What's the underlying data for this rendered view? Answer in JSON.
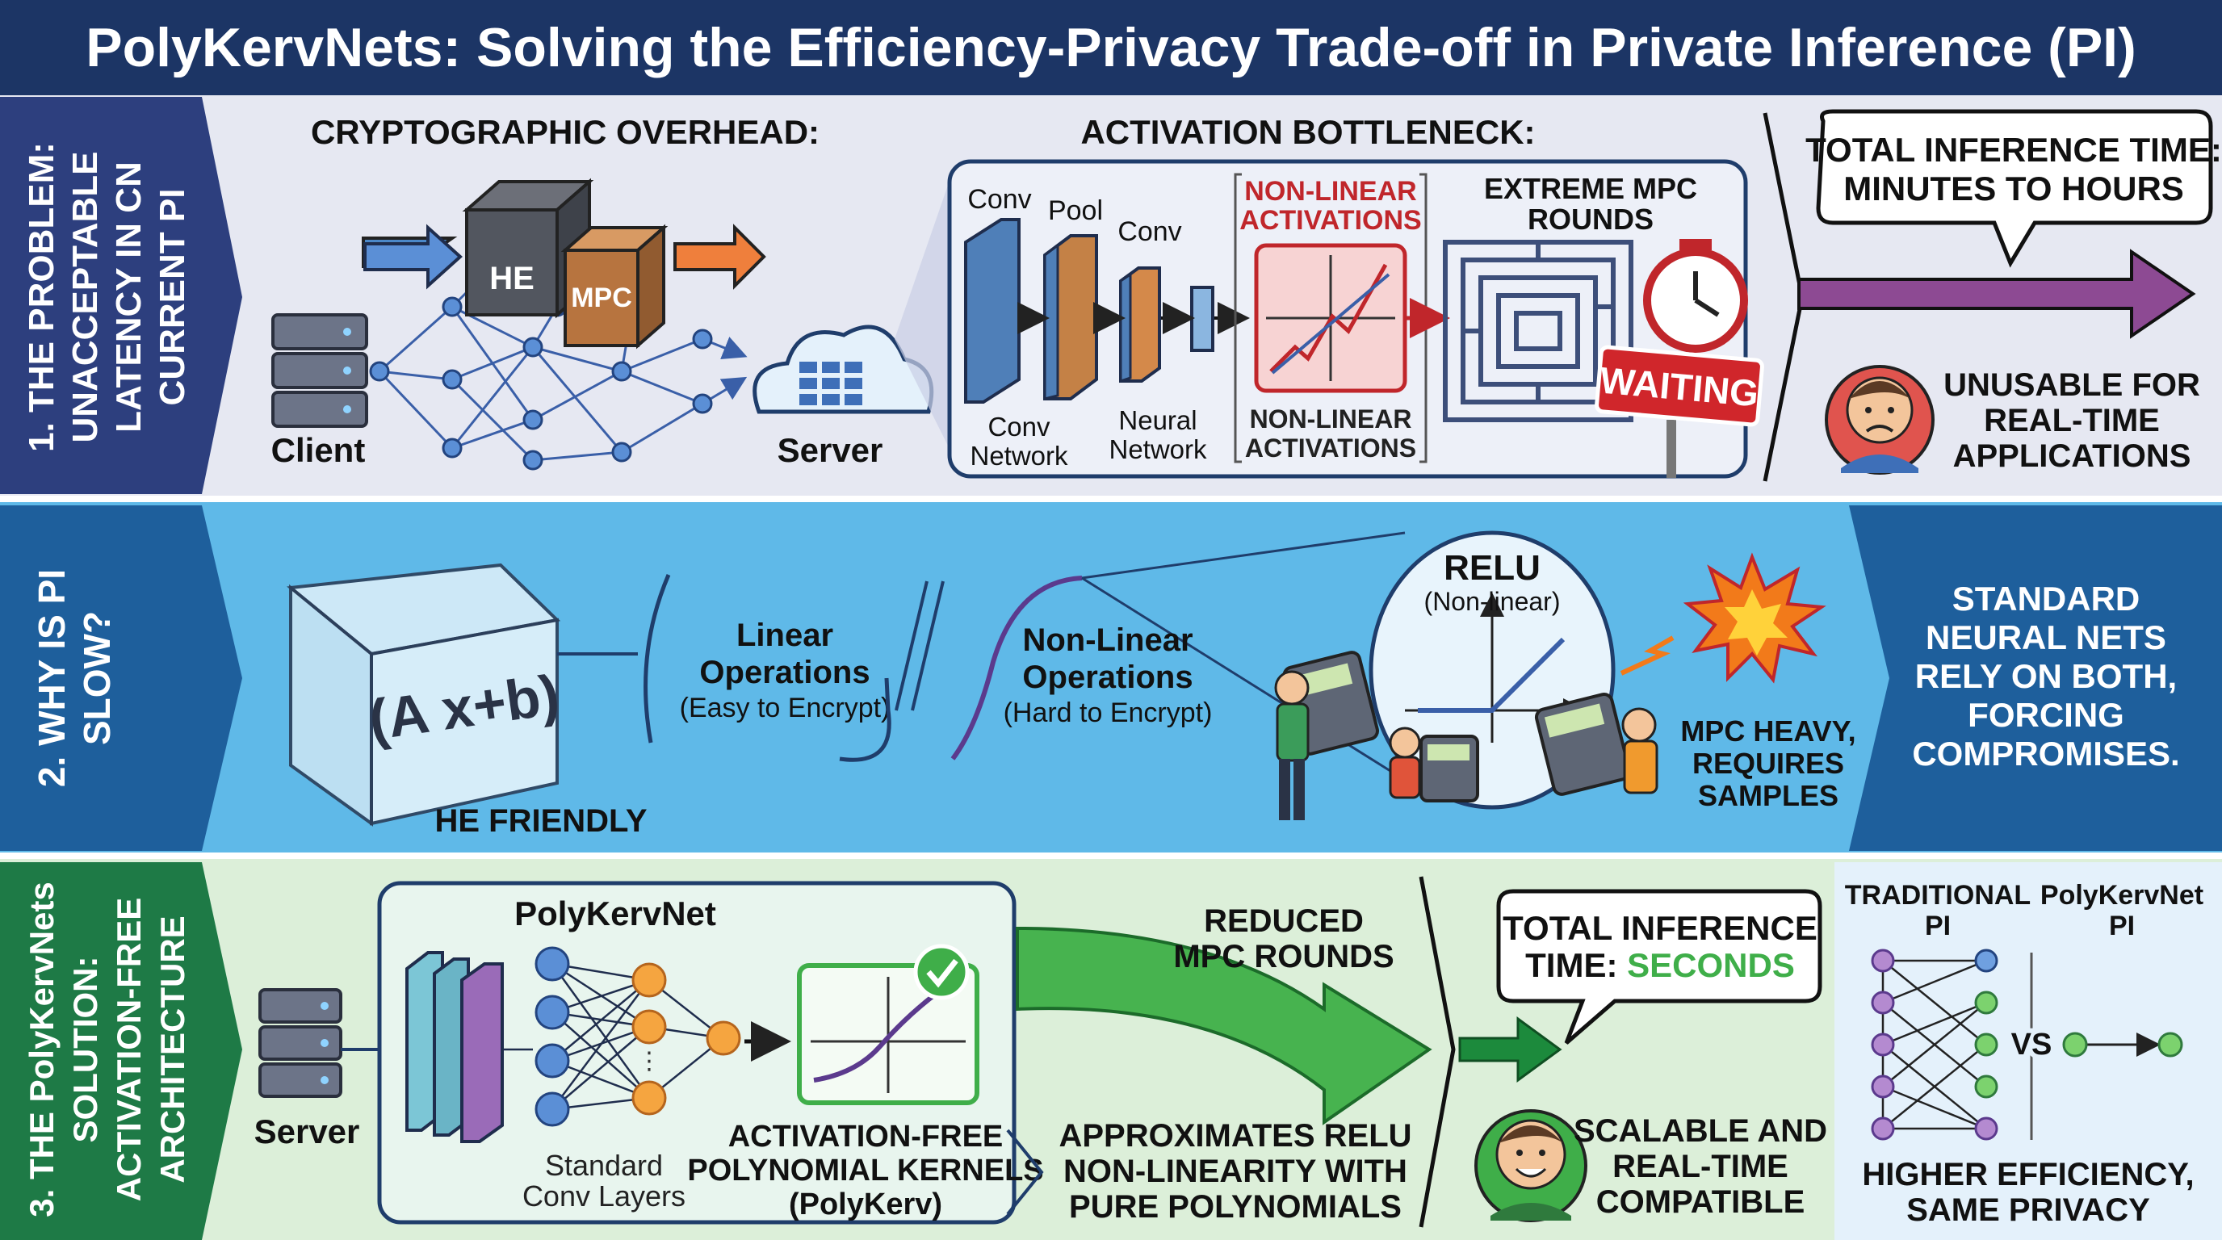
{
  "title": "PolyKervNets: Solving the Efficiency-Privacy Trade-off in Private Inference (PI)",
  "section1": {
    "side_label_line1": "1. THE PROBLEM:",
    "side_label_line2": "UNACCEPTABLE",
    "side_label_line3": "LATENCY IN CN",
    "side_label_line4": "CURRENT PI",
    "crypto_heading": "CRYPTOGRAPHIC OVERHEAD:",
    "he_label": "HE",
    "mpc_label": "MPC",
    "client_label": "Client",
    "server_label": "Server",
    "activation_heading": "ACTIVATION BOTTLENECK:",
    "conv_top1": "Conv",
    "pool_top": "Pool",
    "conv_top2": "Conv",
    "conv_network_line1": "Conv",
    "conv_network_line2": "Network",
    "neural_network_line1": "Neural",
    "neural_network_line2": "Network",
    "nonlinear_top_line1": "NON-LINEAR",
    "nonlinear_top_line2": "ACTIVATIONS",
    "nonlinear_bottom_line1": "NON-LINEAR",
    "nonlinear_bottom_line2": "ACTIVATIONS",
    "mpc_rounds_line1": "EXTREME MPC",
    "mpc_rounds_line2": "ROUNDS",
    "waiting_sign": "WAITING",
    "total_time_line1": "TOTAL INFERENCE TIME:",
    "total_time_line2": "MINUTES TO HOURS",
    "unusable_line1": "UNUSABLE FOR",
    "unusable_line2": "REAL-TIME",
    "unusable_line3": "APPLICATIONS"
  },
  "section2": {
    "side_label_line1": "2. WHY IS PI",
    "side_label_line2": "SLOW?",
    "equation": "(A x+b)",
    "he_friendly": "HE FRIENDLY",
    "linear_line1": "Linear",
    "linear_line2": "Operations",
    "linear_sub": "(Easy to Encrypt)",
    "nonlinear_line1": "Non-Linear",
    "nonlinear_line2": "Operations",
    "nonlinear_sub": "(Hard to Encrypt)",
    "relu_label": "RELU",
    "relu_sub": "(Non-linear)",
    "mpc_heavy_line1": "MPC HEAVY,",
    "mpc_heavy_line2": "REQUIRES",
    "mpc_heavy_line3": "SAMPLES",
    "standard_line1": "STANDARD",
    "standard_line2": "NEURAL NETS",
    "standard_line3": "RELY ON BOTH,",
    "standard_line4": "FORCING",
    "standard_line5": "COMPROMISES."
  },
  "section3": {
    "side_label_line1": "3. THE PolyKervNets",
    "side_label_line2": "SOLUTION:",
    "side_label_line3": "ACTIVATION-FREE",
    "side_label_line4": "ARCHITECTURE",
    "server_label": "Server",
    "polykervnet_title": "PolyKervNet",
    "standard_conv_line1": "Standard",
    "standard_conv_line2": "Conv Layers",
    "kernels_line1": "ACTIVATION-FREE",
    "kernels_line2": "POLYNOMIAL KERNELS",
    "kernels_line3": "(PolyKerv)",
    "reduced_line1": "REDUCED",
    "reduced_line2": "MPC ROUNDS",
    "approx_line1": "APPROXIMATES RELU",
    "approx_line2": "NON-LINEARITY WITH",
    "approx_line3": "PURE POLYNOMIALS",
    "total_line1": "TOTAL INFERENCE",
    "total_line2_prefix": "TIME: ",
    "total_line2_highlight": "SECONDS",
    "scalable_line1": "SCALABLE AND",
    "scalable_line2": "REAL-TIME",
    "scalable_line3": "COMPATIBLE",
    "traditional_line1": "TRADITIONAL",
    "traditional_line2": "PI",
    "polykervnet_pi_line1": "PolyKervNet",
    "polykervnet_pi_line2": "PI",
    "vs_label": "VS",
    "higher_line1": "HIGHER EFFICIENCY,",
    "higher_line2": "SAME PRIVACY"
  },
  "colors": {
    "title_bg": "#1c3565",
    "band1_bg": "#e6e8f2",
    "band1_side": "#2d3f7e",
    "band2_bg": "#5fb9e8",
    "band2_side": "#1e5f9c",
    "band3_bg": "#dcefd9",
    "band3_side": "#1e7a46",
    "accent_red": "#c0262b",
    "accent_purple": "#8d4a93",
    "accent_green": "#3fae49",
    "accent_orange": "#f08a3a"
  }
}
